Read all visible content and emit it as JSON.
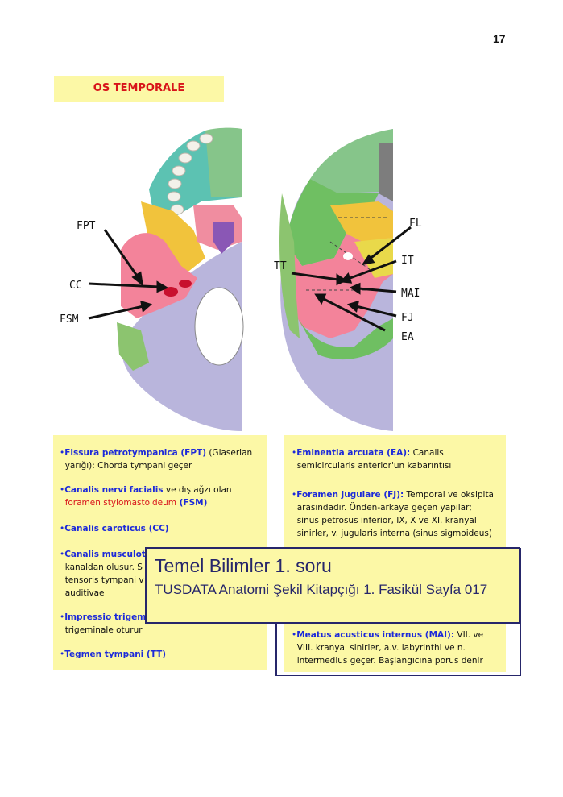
{
  "page": {
    "number": "17"
  },
  "section": {
    "title": "OS TEMPORALE"
  },
  "figure_left": {
    "labels": [
      "FPT",
      "CC",
      "FSM"
    ]
  },
  "figure_right": {
    "labels": [
      "FL",
      "IT",
      "TT",
      "MAI",
      "FJ",
      "EA"
    ]
  },
  "left_panel": [
    {
      "term": "Fissura petrotympanica (FPT)",
      "rest": " (Glaserian",
      "line2": "yarığı):  Chorda tympani geçer"
    },
    {
      "term": "Canalis nervi facialis",
      "rest": " ve dış ağzı olan",
      "line2_red": "foramen stylomastoideum",
      "line2_blue": " (FSM)"
    },
    {
      "term": "Canalis caroticus (CC)"
    },
    {
      "term": "Canalis musculotu",
      "line2": "kanaldan oluşur. S",
      "line3": "tensoris tympani v",
      "line4": "auditivae"
    },
    {
      "term": "Impressio trigem",
      "line2": "trigeminale oturur"
    },
    {
      "term": "Tegmen tympani (TT)"
    }
  ],
  "right_panel": [
    {
      "term": "Eminentia arcuata (EA):",
      "rest": " Canalis",
      "line2": "semicircularis anterior'un kabarıntısı"
    },
    {
      "term": "Foramen jugulare (FJ):",
      "rest": " Temporal ve oksipital",
      "line2": "arasındadır. Önden-arkaya geçen yapılar;",
      "line3": "sinus petrosus inferior, IX, X ve XI. kranyal",
      "line4": "sinirler, v. jugularis interna (sinus sigmoideus)"
    },
    {
      "term": "Meatus acusticus internus (MAI):",
      "rest": " VII. ve",
      "line2": "VIII. kranyal sinirler, a.v. labyrinthi ve n.",
      "line3": "intermedius geçer. Başlangıcına porus denir"
    }
  ],
  "overlay": {
    "title": "Temel Bilimler 1. soru",
    "subtitle": "TUSDATA Anatomi Şekil Kitapçığı 1. Fasikül Sayfa 017"
  }
}
